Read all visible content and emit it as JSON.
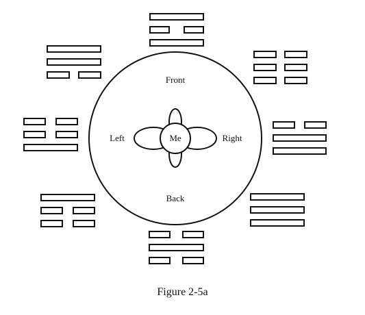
{
  "caption": "Figure 2-5a",
  "labels": {
    "front": "Front",
    "back": "Back",
    "left": "Left",
    "right": "Right",
    "center": "Me"
  },
  "colors": {
    "ink": "#111111",
    "background": "#ffffff"
  },
  "trigrams": [
    {
      "position": "top",
      "lines": [
        "solid",
        "broken",
        "solid"
      ]
    },
    {
      "position": "top-right",
      "lines": [
        "broken",
        "broken",
        "broken"
      ]
    },
    {
      "position": "right",
      "lines": [
        "broken",
        "solid",
        "solid"
      ]
    },
    {
      "position": "bottom-right",
      "lines": [
        "solid",
        "solid",
        "solid"
      ]
    },
    {
      "position": "bottom",
      "lines": [
        "broken",
        "solid",
        "broken"
      ]
    },
    {
      "position": "bottom-left",
      "lines": [
        "solid",
        "broken",
        "broken"
      ]
    },
    {
      "position": "left",
      "lines": [
        "broken",
        "broken",
        "solid"
      ]
    },
    {
      "position": "top-left",
      "lines": [
        "solid",
        "solid",
        "broken"
      ]
    }
  ]
}
